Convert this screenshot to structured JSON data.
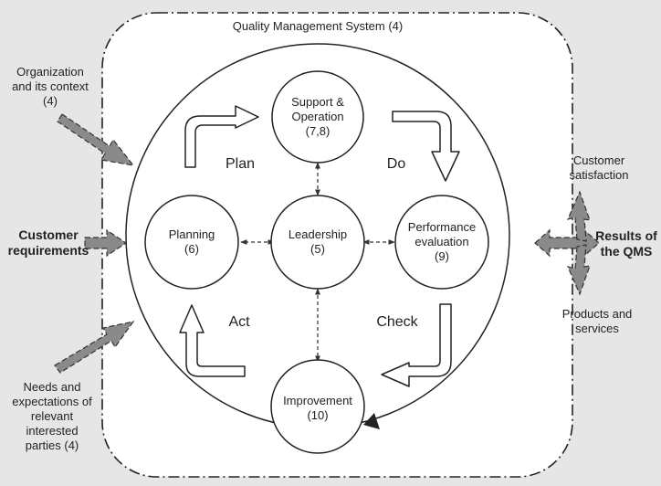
{
  "qms_title": "Quality Management System (4)",
  "nodes": {
    "support": [
      "Support &",
      "Operation",
      "(7,8)"
    ],
    "planning": [
      "Planning",
      "(6)"
    ],
    "leadership": [
      "Leadership",
      "(5)"
    ],
    "performance": [
      "Performance",
      "evaluation",
      "(9)"
    ],
    "improvement": [
      "Improvement",
      "(10)"
    ]
  },
  "cycle": {
    "plan": "Plan",
    "do": "Do",
    "check": "Check",
    "act": "Act"
  },
  "inputs": {
    "organization": [
      "Organization",
      "and its context",
      "(4)"
    ],
    "customer_requirements": [
      "Customer",
      "requirements"
    ],
    "needs": [
      "Needs and",
      "expectations of",
      "relevant",
      "interested",
      "parties (4)"
    ]
  },
  "outputs": {
    "satisfaction": [
      "Customer",
      "satisfaction"
    ],
    "results": [
      "Results of",
      "the QMS"
    ],
    "products": [
      "Products and",
      "services"
    ]
  },
  "colors": {
    "background": "#e6e6e6",
    "fill": "#ffffff",
    "stroke": "#222222",
    "arrow_fill": "#8a8a8a"
  }
}
